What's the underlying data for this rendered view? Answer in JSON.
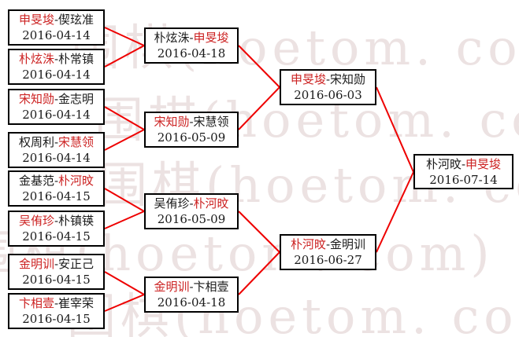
{
  "dash": "-",
  "watermark": {
    "text": "围棋(hoetom. com)"
  },
  "colors": {
    "winner_text": "#cc2222",
    "connector": "#ee0000",
    "box_border": "#000000",
    "text": "#1a1a1a",
    "background": "#ffffff",
    "watermark": "#ece2e2"
  },
  "rounds": [
    {
      "name": "round-of-16",
      "matches": [
        {
          "p1": "申旻埈",
          "p2": "偰玹准",
          "date": "2016-04-14",
          "winner": "p1"
        },
        {
          "p1": "朴炫洙",
          "p2": "朴常镇",
          "date": "2016-04-14",
          "winner": "p1"
        },
        {
          "p1": "宋知勋",
          "p2": "金志明",
          "date": "2016-04-14",
          "winner": "p1"
        },
        {
          "p1": "权周利",
          "p2": "宋慧领",
          "date": "2016-04-14",
          "winner": "p2"
        },
        {
          "p1": "金基范",
          "p2": "朴河旼",
          "date": "2016-04-15",
          "winner": "p2"
        },
        {
          "p1": "吴侑珍",
          "p2": "朴镇锳",
          "date": "2016-04-15",
          "winner": "p1"
        },
        {
          "p1": "金明训",
          "p2": "安正己",
          "date": "2016-04-15",
          "winner": "p1"
        },
        {
          "p1": "卞相壹",
          "p2": "崔宰荣",
          "date": "2016-04-15",
          "winner": "p1"
        }
      ]
    },
    {
      "name": "quarterfinal",
      "matches": [
        {
          "p1": "朴炫洙",
          "p2": "申旻埈",
          "date": "2016-04-18",
          "winner": "p2"
        },
        {
          "p1": "宋知勋",
          "p2": "宋慧领",
          "date": "2016-05-09",
          "winner": "p1"
        },
        {
          "p1": "吴侑珍",
          "p2": "朴河旼",
          "date": "2016-05-09",
          "winner": "p2"
        },
        {
          "p1": "金明训",
          "p2": "卞相壹",
          "date": "2016-04-18",
          "winner": "p1"
        }
      ]
    },
    {
      "name": "semifinal",
      "matches": [
        {
          "p1": "申旻埈",
          "p2": "宋知勋",
          "date": "2016-06-03",
          "winner": "p1"
        },
        {
          "p1": "朴河旼",
          "p2": "金明训",
          "date": "2016-06-27",
          "winner": "p1"
        }
      ]
    },
    {
      "name": "final",
      "matches": [
        {
          "p1": "朴河旼",
          "p2": "申旻埈",
          "date": "2016-07-14",
          "winner": "p2"
        }
      ]
    }
  ]
}
